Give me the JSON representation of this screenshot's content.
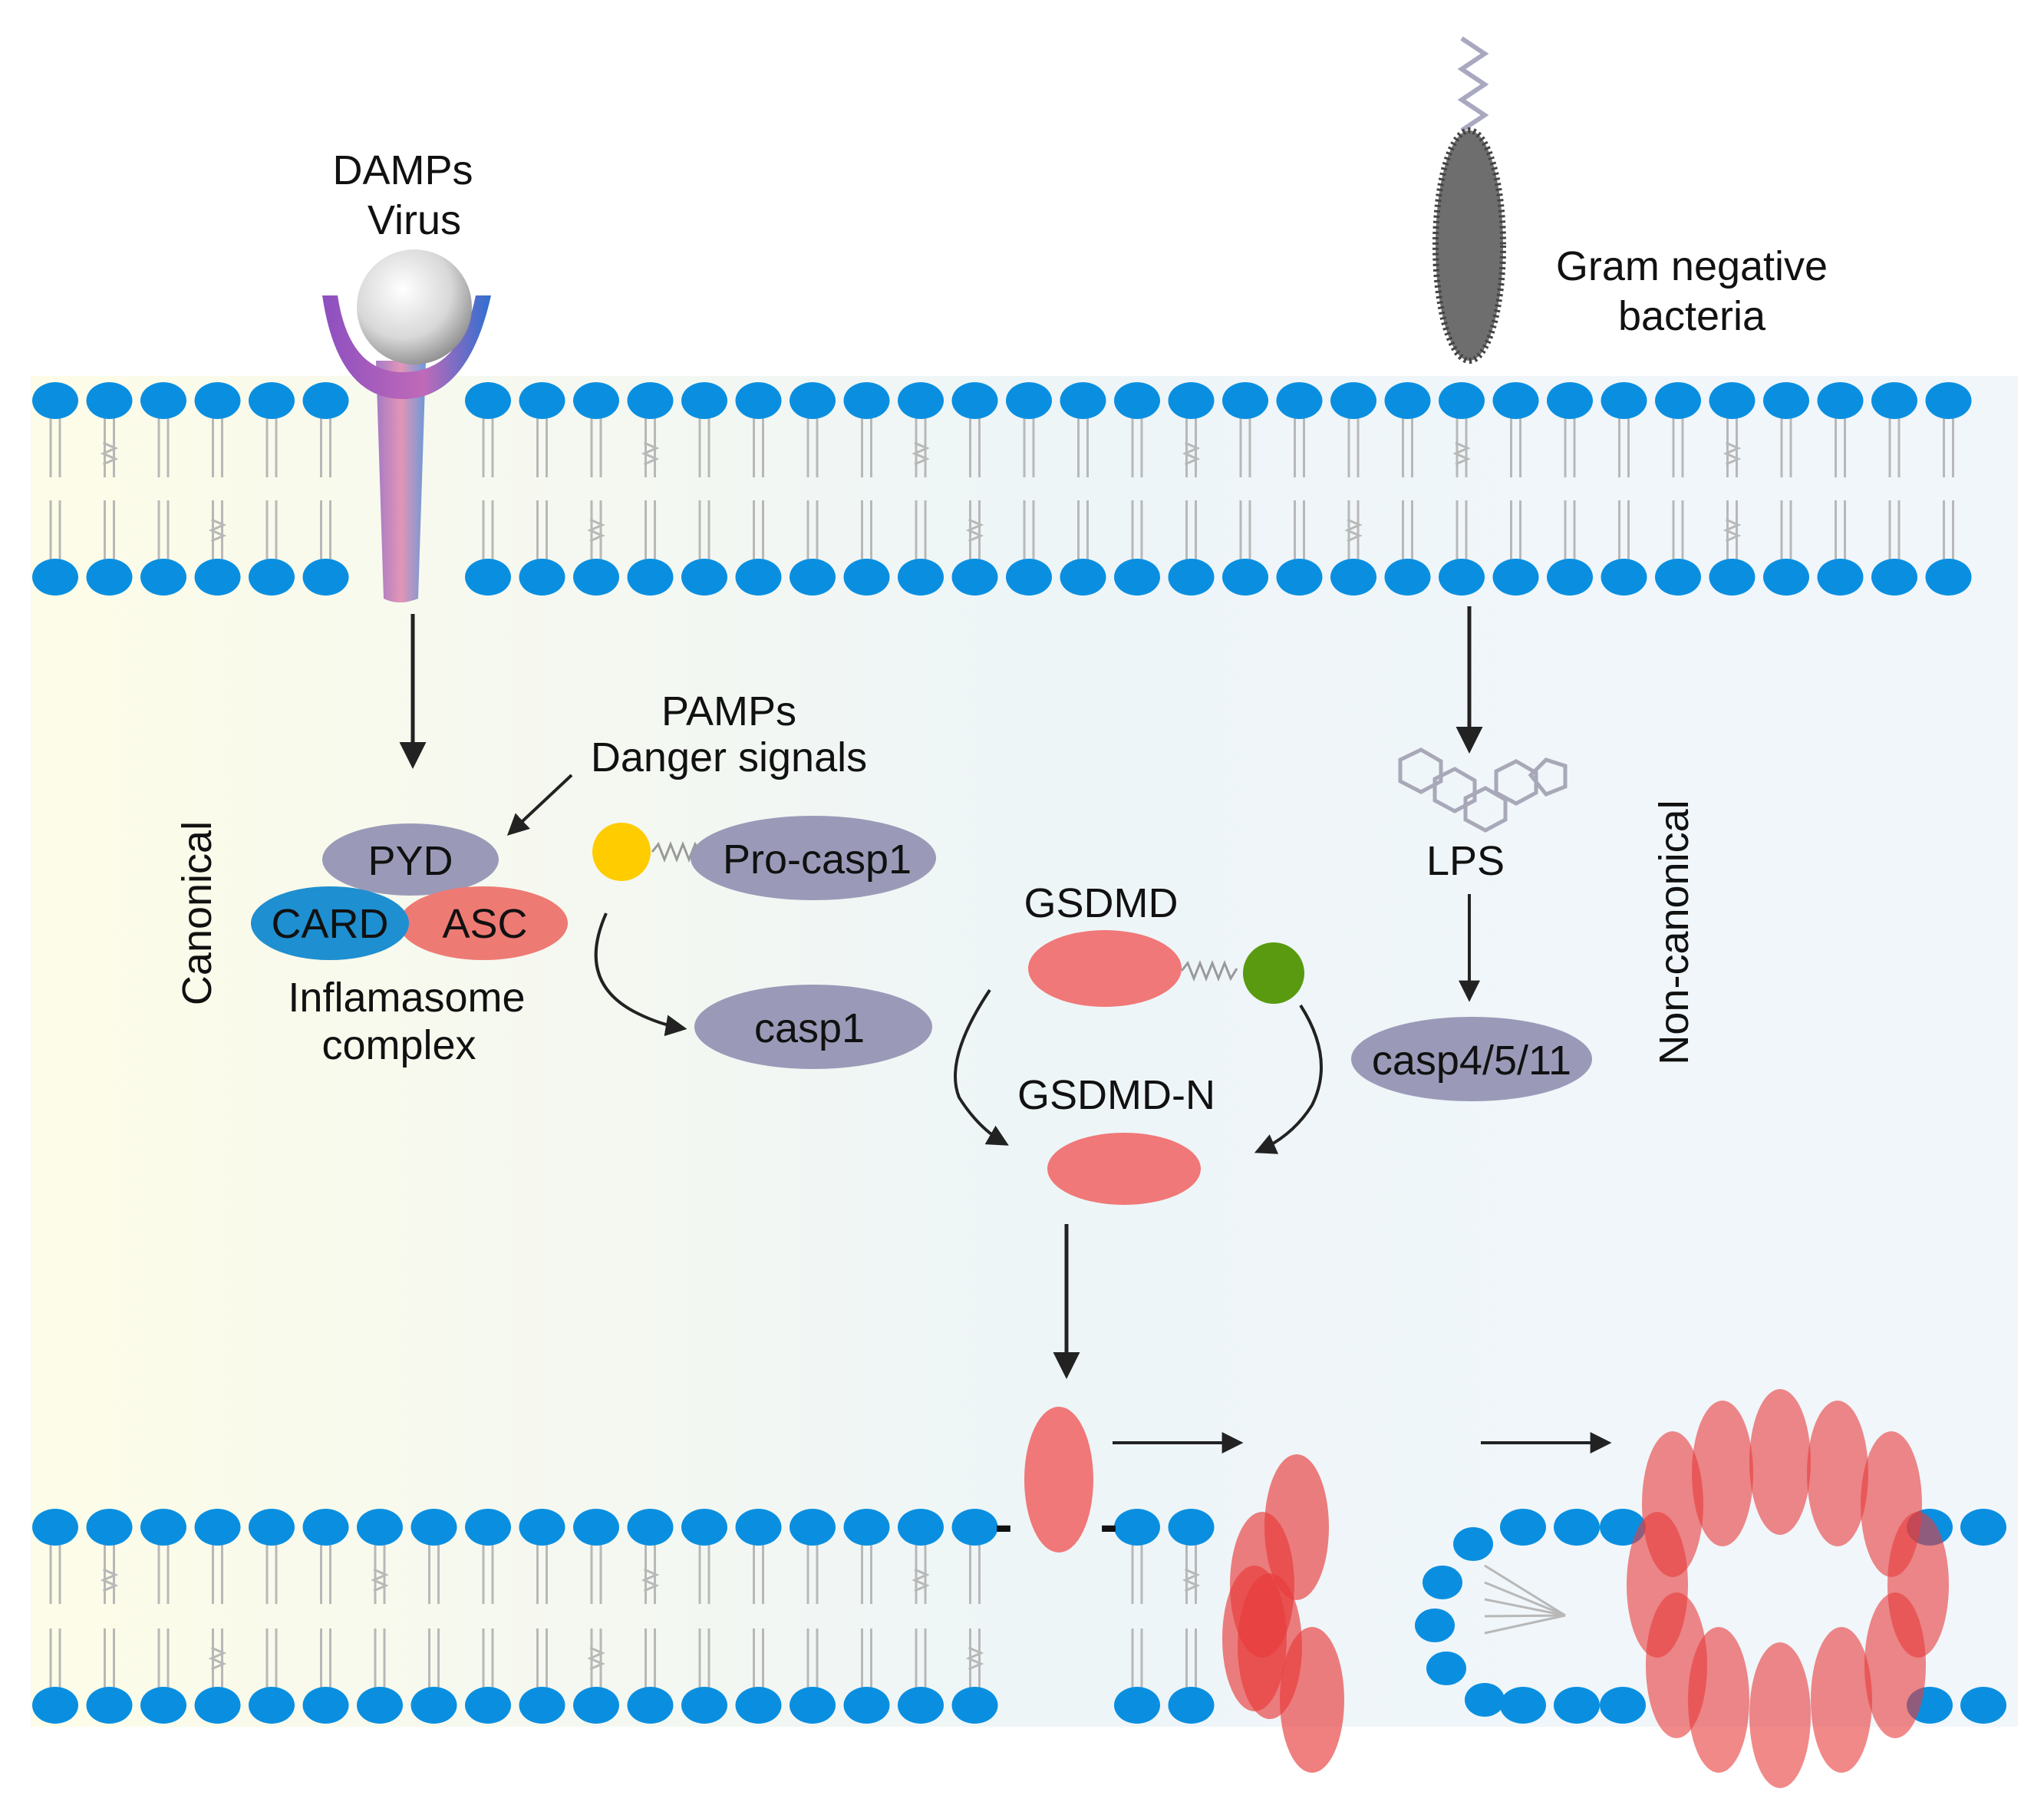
{
  "labels": {
    "damps": "DAMPs",
    "virus": "Virus",
    "gram_line1": "Gram negative",
    "gram_line2": "bacteria",
    "pamps": "PAMPs",
    "danger": "Danger signals",
    "pyd": "PYD",
    "card": "CARD",
    "asc": "ASC",
    "inflam_line1": "Inflamasome",
    "inflam_line2": "complex",
    "canonical": "Canonical",
    "non_canonical": "Non-canonical",
    "pro_casp1": "Pro-casp1",
    "casp1": "casp1",
    "gsdmd": "GSDMD",
    "gsdmd_n": "GSDMD-N",
    "lps": "LPS",
    "casp4511": "casp4/5/11",
    "minus": "-"
  },
  "colors": {
    "lipid_head": "#0a8fe0",
    "lipid_tail": "#b8b8b8",
    "purple_grey": "#9a9ab8",
    "card_blue": "#1e8fd0",
    "asc_salmon": "#ee7a74",
    "gsdmd_red": "#f07878",
    "pore_red": "#e83a3a",
    "yellow": "#ffcc00",
    "green": "#5a9a10",
    "bacteria": "#6e6e6e",
    "arrow": "#222222"
  }
}
